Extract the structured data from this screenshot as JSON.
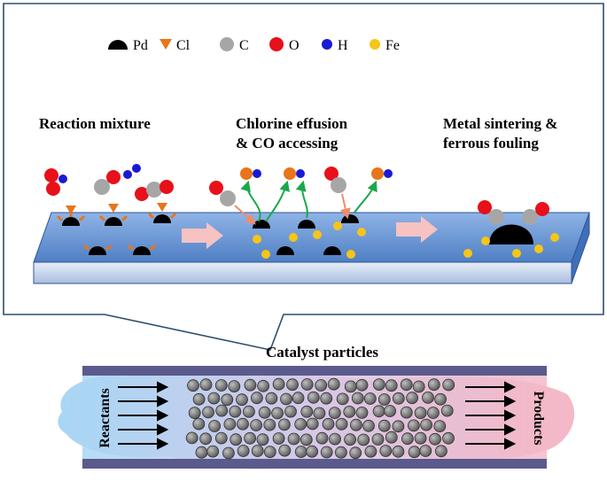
{
  "legend": {
    "pd": "Pd",
    "cl": "Cl",
    "c": "C",
    "o": "O",
    "h": "H",
    "fe": "Fe"
  },
  "stages": {
    "stage1": "Reaction mixture",
    "stage2_line1": "Chlorine effusion",
    "stage2_line2": "& CO accessing",
    "stage3_line1": "Metal sintering &",
    "stage3_line2": "ferrous fouling"
  },
  "reactor": {
    "title": "Catalyst particles",
    "inlet": "Reactants",
    "outlet": "Products"
  },
  "colors": {
    "pd": "#000000",
    "cl": "#E8751A",
    "c": "#A6A6A6",
    "o": "#E8101A",
    "h": "#1A1AD6",
    "fe": "#F5C518",
    "slab_top": "#6A9BDB",
    "slab_front": "#3F6FB8",
    "arrow": "#F7C2C2",
    "green_arrow": "#1AA84A",
    "tube_wall": "#5A5A8C",
    "particle": "#7F7F7F"
  }
}
